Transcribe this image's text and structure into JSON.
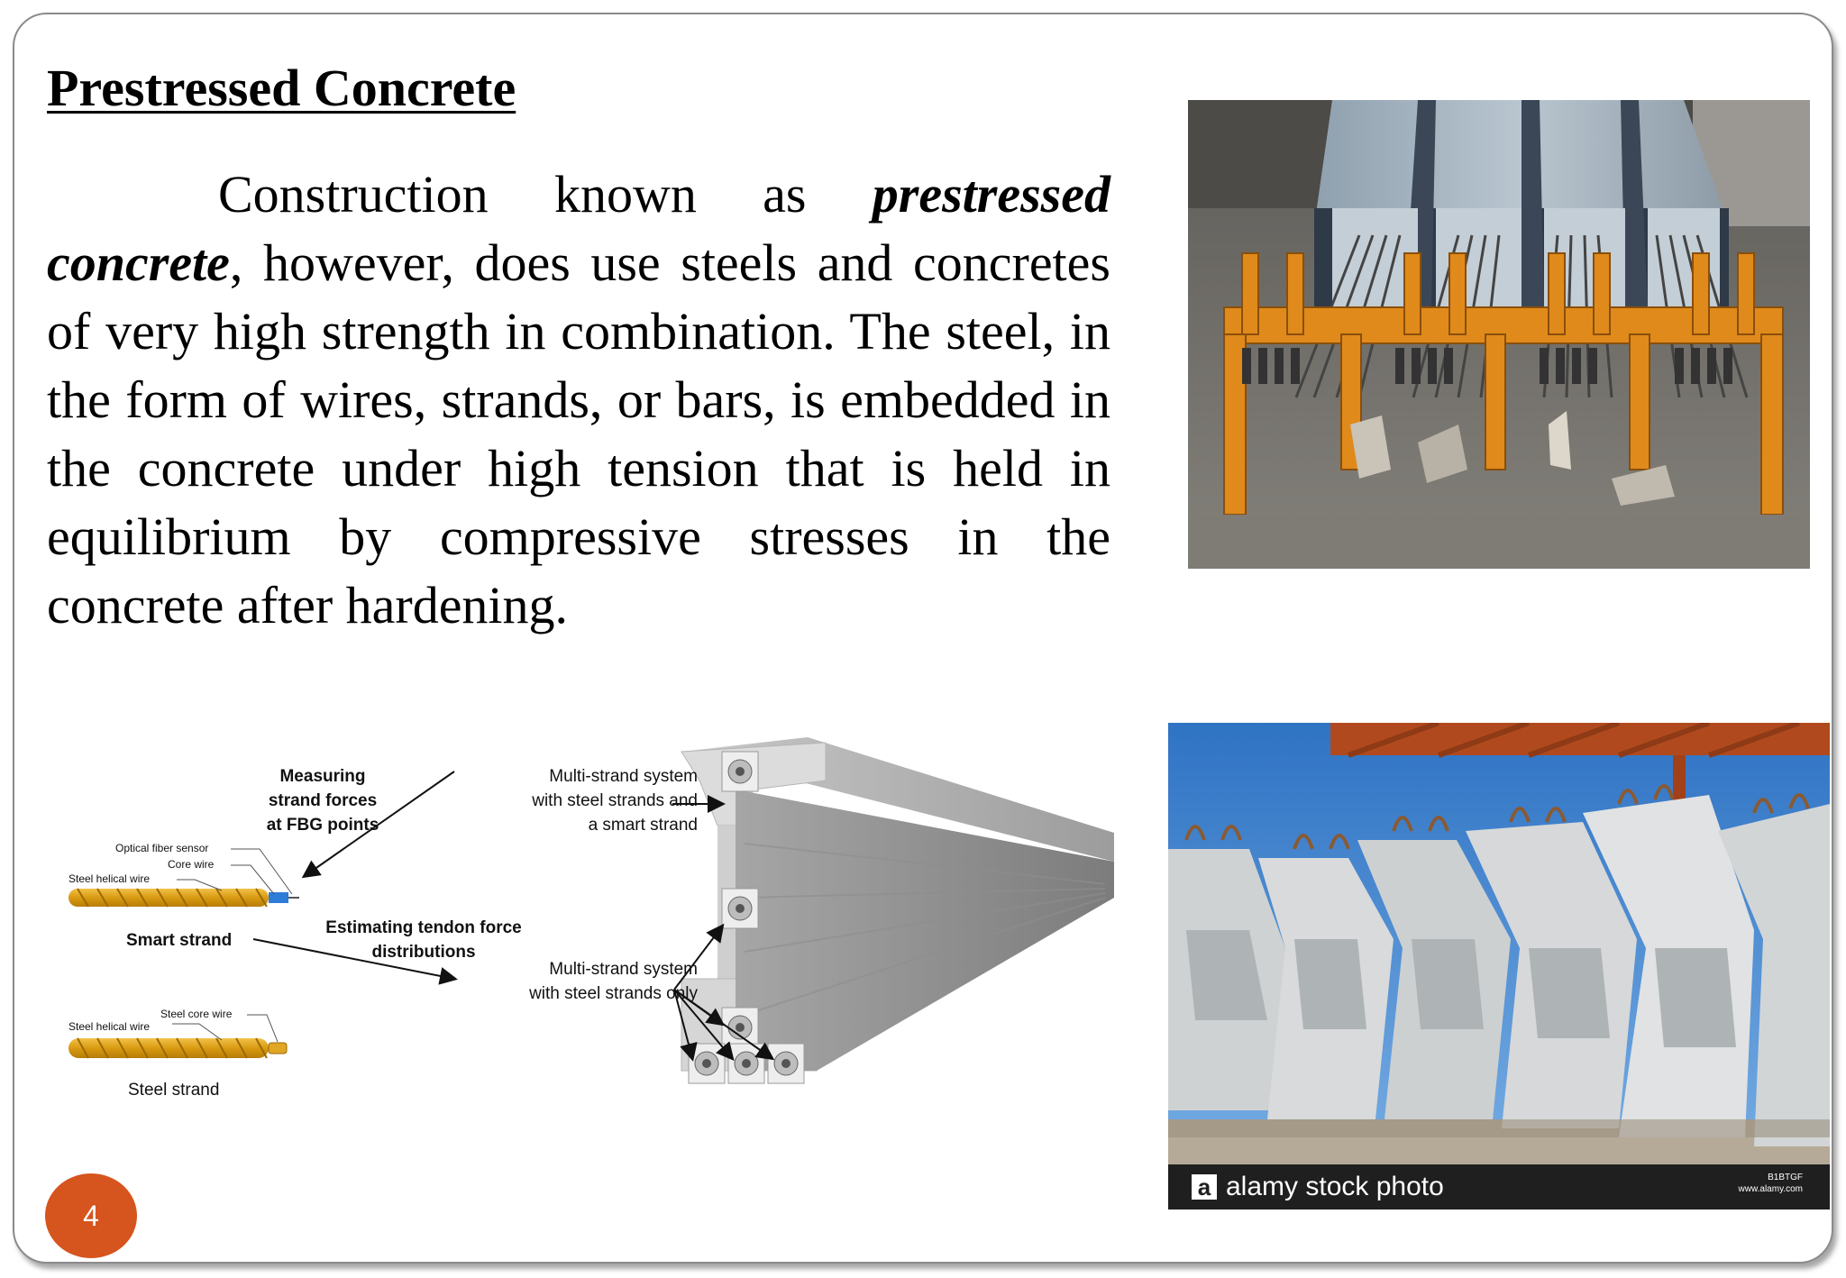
{
  "slide": {
    "title": "Prestressed Concrete",
    "body": {
      "part1": "Construction known as ",
      "emphasis": "prestressed concrete",
      "part2": ", however, does use steels and concretes of very high strength in combination. The steel, in the form of wires, strands, or bars, is embedded in the concrete under high tension that is held in equilibrium by compressive stresses in the concrete after hardening."
    },
    "page_number": "4"
  },
  "diagram": {
    "measuring": [
      "Measuring",
      "strand forces",
      "at FBG points"
    ],
    "multi_smart": [
      "Multi-strand system",
      "with steel strands and",
      "a smart strand"
    ],
    "multi_only": [
      "Multi-strand system",
      "with steel strands only"
    ],
    "estimating": [
      "Estimating tendon force",
      "distributions"
    ],
    "optical_fiber": "Optical fiber sensor",
    "core_wire": "Core wire",
    "helical_wire_1": "Steel helical wire",
    "smart_strand": "Smart strand",
    "steel_core_wire": "Steel core wire",
    "helical_wire_2": "Steel helical wire",
    "steel_strand": "Steel strand"
  },
  "photo2": {
    "watermark": "alamy stock photo",
    "logo_letter": "a",
    "code": "B1BTGF",
    "site": "www.alamy.com"
  },
  "colors": {
    "badge": "#d6541e",
    "strand": "#e0a624",
    "frame": "#e08a1c"
  }
}
